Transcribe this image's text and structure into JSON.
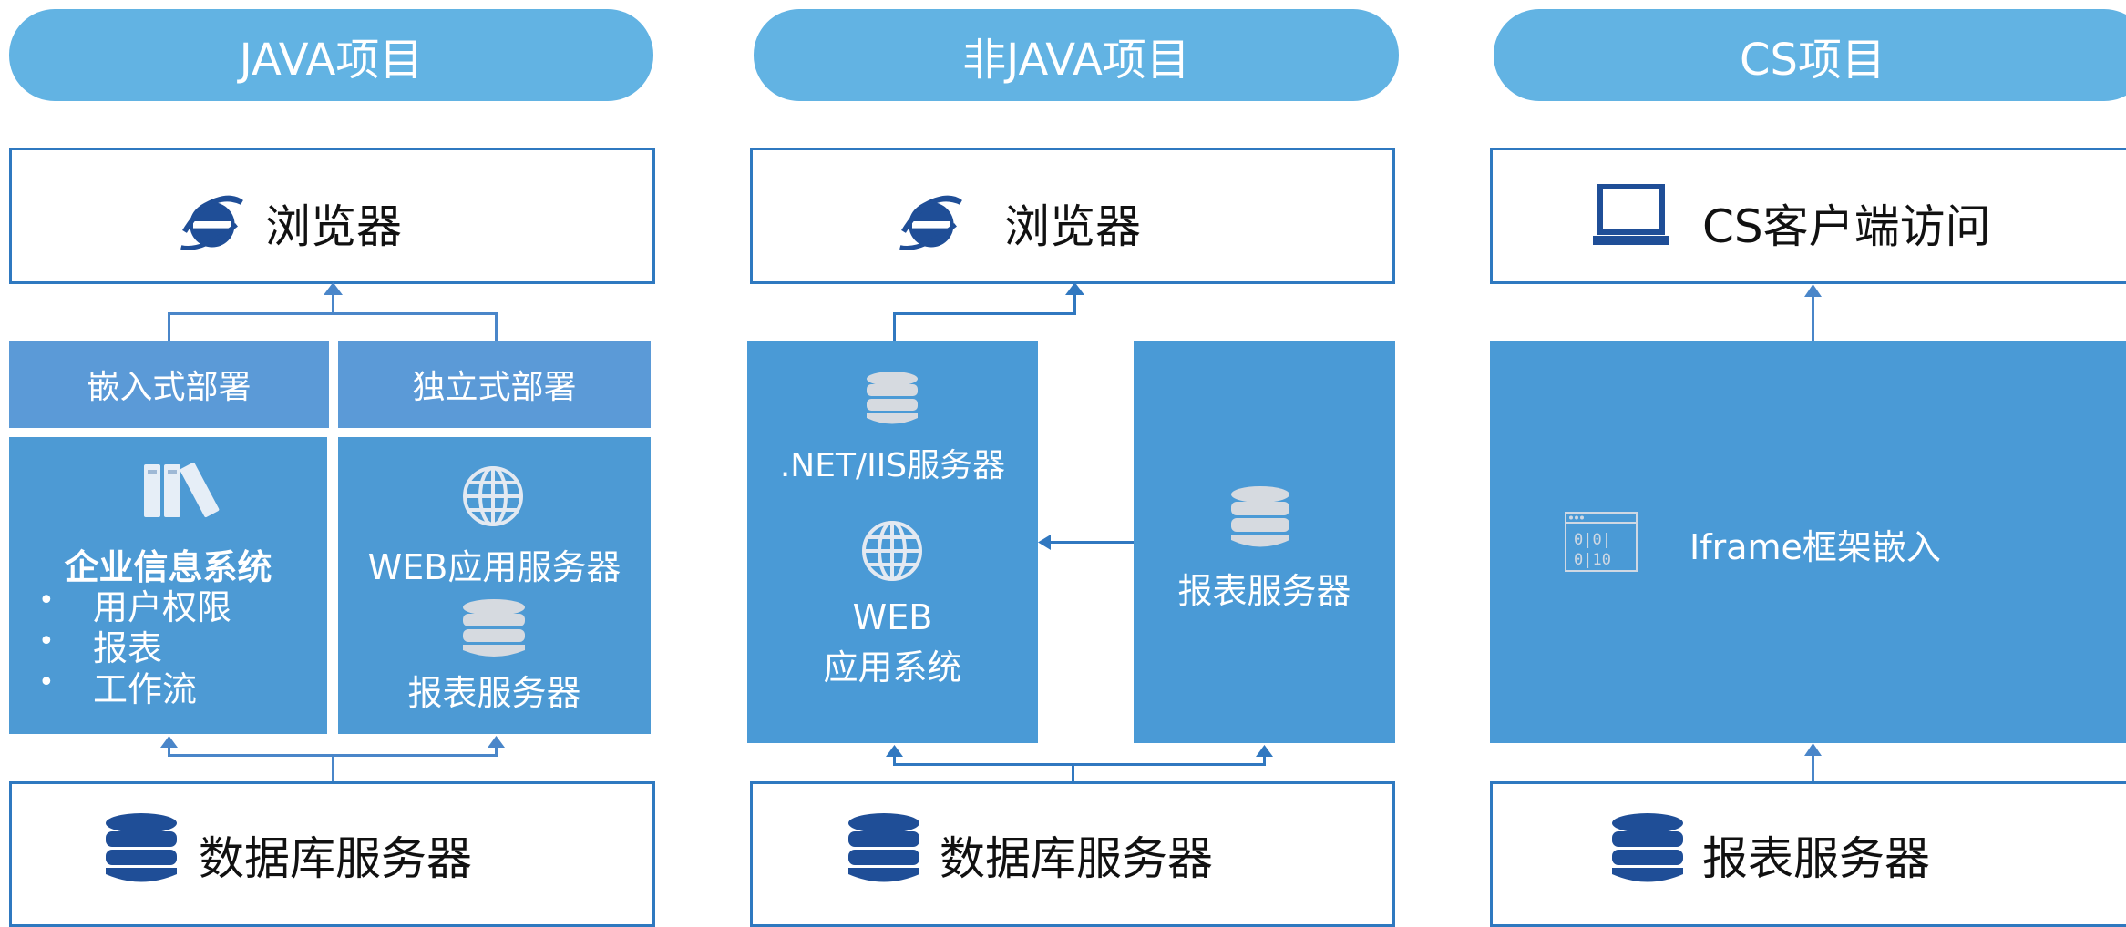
{
  "columns": {
    "java": {
      "title": "JAVA项目",
      "top_label": "浏览器",
      "embedded_label": "嵌入式部署",
      "standalone_label": "独立式部署",
      "enterprise_title": "企业信息系统",
      "enterprise_bullets": [
        "用户权限",
        "报表",
        "工作流"
      ],
      "web_server_label": "WEB应用服务器",
      "report_server_label": "报表服务器",
      "bottom_label": "数据库服务器"
    },
    "nonjava": {
      "title": "非JAVA项目",
      "top_label": "浏览器",
      "net_label": ".NET/IIS服务器",
      "web_line1": "WEB",
      "web_line2": "应用系统",
      "report_server_label": "报表服务器",
      "bottom_label": "数据库服务器"
    },
    "cs": {
      "title": "CS项目",
      "top_label": "CS客户端访问",
      "iframe_label": "Iframe框架嵌入",
      "bottom_label": "报表服务器"
    }
  },
  "icons": {
    "browser": "ie-browser-icon",
    "laptop": "laptop-icon",
    "database": "database-icon",
    "globe": "globe-icon",
    "books": "books-icon",
    "binary_window": "binary-window-icon"
  },
  "colors": {
    "pill": "#62b3e3",
    "box_border": "#2f79c0",
    "panel": "#4d9ad4",
    "header": "#5b9ad7",
    "db_icon": "#1f4e97",
    "connector": "#4a86c9"
  }
}
